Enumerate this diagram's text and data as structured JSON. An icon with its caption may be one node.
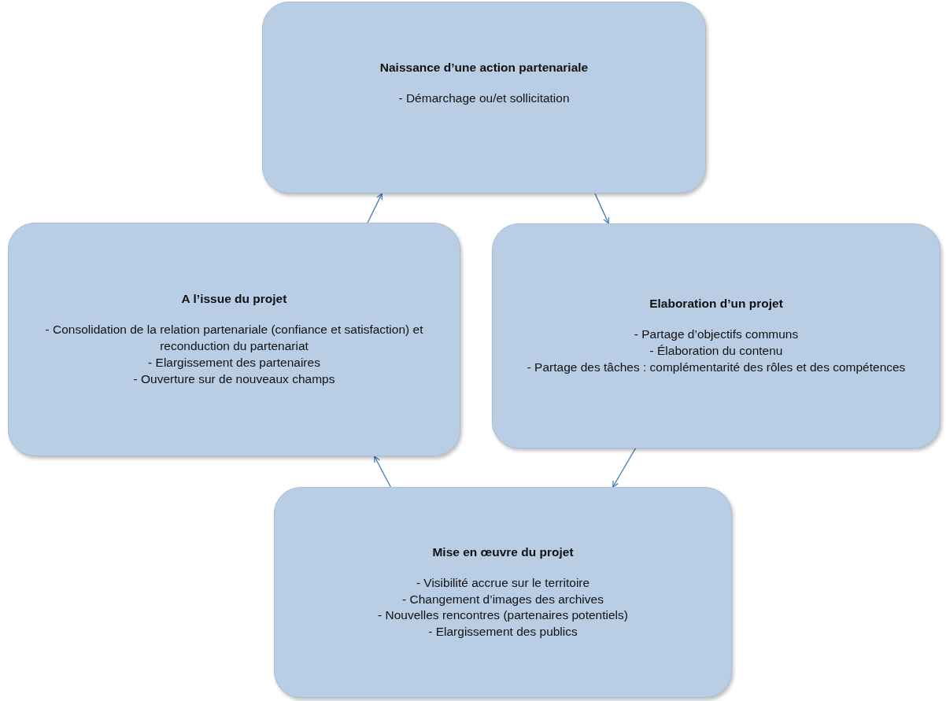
{
  "diagram": {
    "nodes": [
      {
        "text": [
          "Naissance d’une action partenariale",
          "- Démarchage ou/et sollicitation"
        ]
      },
      {
        "text": [
          "Elaboration d’un projet",
          "- Partage d’objectifs communs",
          "- Élaboration du contenu",
          "- Partage des tâches : complémentarité des rôles et des compétences"
        ]
      },
      {
        "text": [
          "Mise en œuvre du projet",
          "- Visibilité accrue sur le territoire",
          "- Changement d’images des archives",
          "- Nouvelles rencontres (partenaires potentiels)",
          "- Elargissement des publics"
        ]
      },
      {
        "text": [
          "A l’issue du projet",
          "- Consolidation de la relation partenariale (confiance et satisfaction) et reconduction du partenariat",
          "- Elargissement des partenaires",
          "- Ouverture sur de nouveaux champs"
        ]
      }
    ],
    "edges": [
      {
        "from": 0,
        "to": 1,
        "arrow": "to"
      },
      {
        "from": 1,
        "to": 2,
        "arrow": "to"
      },
      {
        "from": 2,
        "to": 3,
        "arrow": "to"
      },
      {
        "from": 3,
        "to": 0,
        "arrow": "to"
      }
    ]
  }
}
